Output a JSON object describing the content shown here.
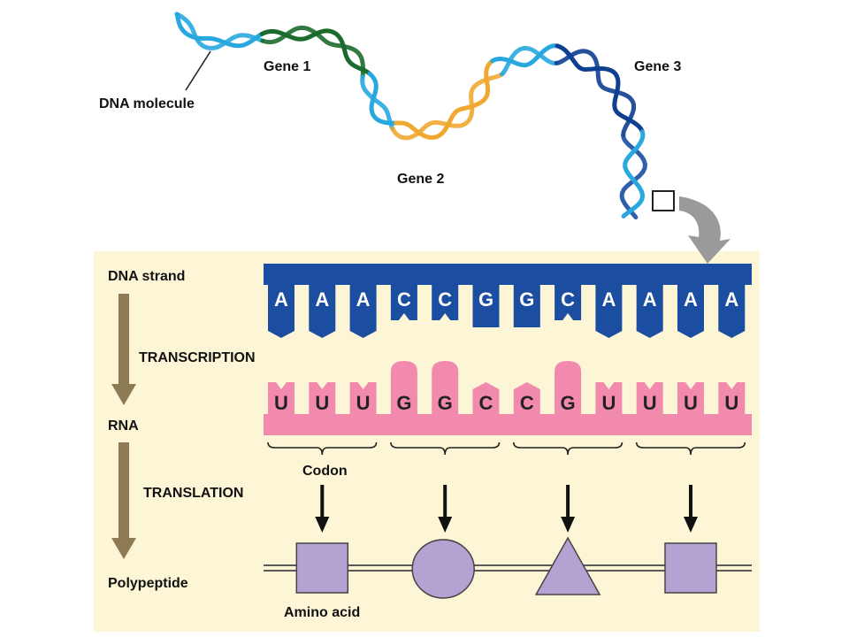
{
  "colors": {
    "panel": "#FDF6D6",
    "dna_dark": "#1B4DA0",
    "dna_light": "#29A8E0",
    "gene1": "#1C6B2E",
    "gene2": "#F0A830",
    "gene3": "#0E3F91",
    "rna": "#F28AAE",
    "amino": "#B4A2D2",
    "arrow_brown": "#8E7A55",
    "gray_arrow": "#9A9A9A"
  },
  "labels": {
    "dna_molecule": "DNA molecule",
    "gene1": "Gene 1",
    "gene2": "Gene 2",
    "gene3": "Gene 3",
    "dna_strand": "DNA strand",
    "transcription": "TRANSCRIPTION",
    "rna": "RNA",
    "translation": "TRANSLATION",
    "polypeptide": "Polypeptide",
    "codon": "Codon",
    "amino_acid": "Amino acid"
  },
  "dna_bases": [
    "A",
    "A",
    "A",
    "C",
    "C",
    "G",
    "G",
    "C",
    "A",
    "A",
    "A",
    "A"
  ],
  "rna_bases": [
    "U",
    "U",
    "U",
    "G",
    "G",
    "C",
    "C",
    "G",
    "U",
    "U",
    "U",
    "U"
  ],
  "amino_shapes": [
    "square",
    "circle",
    "triangle",
    "square"
  ]
}
